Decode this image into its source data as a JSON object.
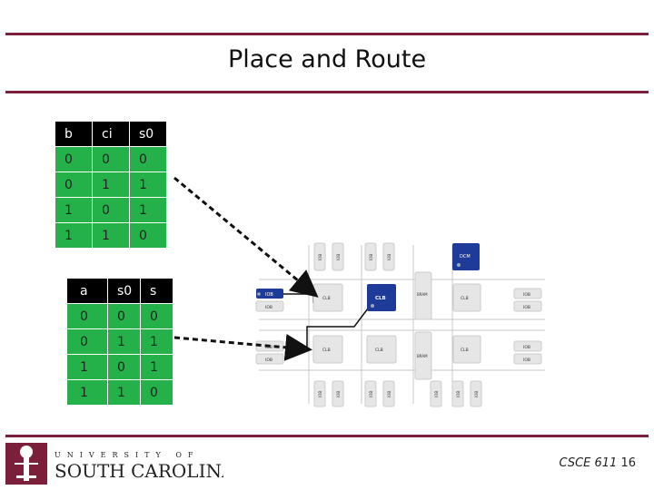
{
  "slide": {
    "title": "Place and Route",
    "course": "CSCE 611",
    "page_number": "16"
  },
  "colors": {
    "rule": "#7b1f3a",
    "table_header_bg": "#000000",
    "table_cell_bg": "#25b14a",
    "highlight_block": "#1f3b99",
    "block_gray": "#dcdcdc"
  },
  "truth_table_1": {
    "headers": [
      "b",
      "ci",
      "s0"
    ],
    "rows": [
      [
        "0",
        "0",
        "0"
      ],
      [
        "0",
        "1",
        "1"
      ],
      [
        "1",
        "0",
        "1"
      ],
      [
        "1",
        "1",
        "0"
      ]
    ]
  },
  "truth_table_2": {
    "headers": [
      "a",
      "s0",
      "s"
    ],
    "rows": [
      [
        "0",
        "0",
        "0"
      ],
      [
        "0",
        "1",
        "1"
      ],
      [
        "1",
        "0",
        "1"
      ],
      [
        "1",
        "1",
        "0"
      ]
    ]
  },
  "fpga": {
    "top_iobs": [
      "IOB",
      "IOB",
      "IOB",
      "IOB"
    ],
    "bottom_iobs": [
      "IOB",
      "IOB",
      "IOB",
      "IOB",
      "IOB",
      "IOB",
      "IOB"
    ],
    "left_top": [
      "IOB",
      "IOB"
    ],
    "left_bottom": [
      "IOB",
      "IOB"
    ],
    "right_top": [
      "IOB",
      "IOB"
    ],
    "right_bottom": [
      "IOB",
      "IOB"
    ],
    "clb": "CLB",
    "bram": "BRAM",
    "dcm": "DCM"
  },
  "logo": {
    "university": "UNIVERSITY OF",
    "name": "SOUTH CAROLINA."
  }
}
